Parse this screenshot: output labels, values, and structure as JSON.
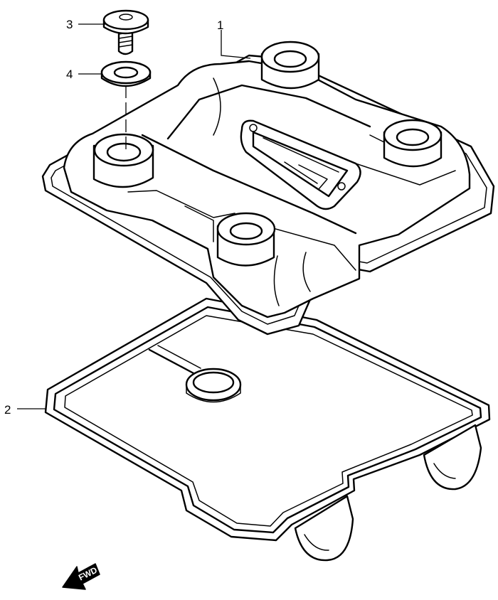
{
  "parts": [
    {
      "number": "1",
      "part": "cylinder-head-cover"
    },
    {
      "number": "2",
      "part": "cover-gasket"
    },
    {
      "number": "3",
      "part": "bolt"
    },
    {
      "number": "4",
      "part": "washer"
    }
  ],
  "direction_marker": {
    "label": "FWD",
    "icon": "arrow-icon"
  }
}
